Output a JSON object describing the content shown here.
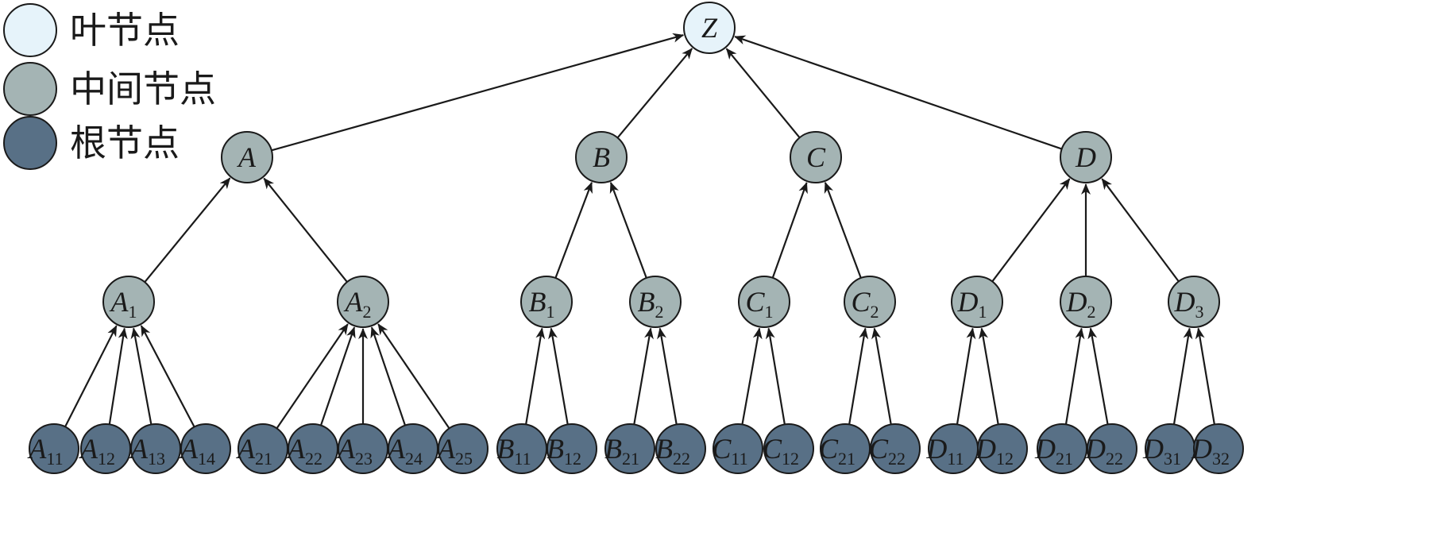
{
  "legend": {
    "items": [
      {
        "key": "leaf",
        "label": "叶节点",
        "color": "#e6f3fa"
      },
      {
        "key": "middle",
        "label": "中间节点",
        "color": "#a4b4b4"
      },
      {
        "key": "root",
        "label": "根节点",
        "color": "#587086"
      }
    ]
  },
  "colors": {
    "leaf": "#e6f3fa",
    "middle": "#a4b4b4",
    "root": "#587086",
    "stroke": "#1a1a1a"
  },
  "nodes": [
    {
      "id": "Z",
      "base": "Z",
      "sub": "",
      "kind": "leaf"
    },
    {
      "id": "A",
      "base": "A",
      "sub": "",
      "kind": "middle"
    },
    {
      "id": "B",
      "base": "B",
      "sub": "",
      "kind": "middle"
    },
    {
      "id": "C",
      "base": "C",
      "sub": "",
      "kind": "middle"
    },
    {
      "id": "D",
      "base": "D",
      "sub": "",
      "kind": "middle"
    },
    {
      "id": "A1",
      "base": "A",
      "sub": "1",
      "kind": "middle"
    },
    {
      "id": "A2",
      "base": "A",
      "sub": "2",
      "kind": "middle"
    },
    {
      "id": "B1",
      "base": "B",
      "sub": "1",
      "kind": "middle"
    },
    {
      "id": "B2",
      "base": "B",
      "sub": "2",
      "kind": "middle"
    },
    {
      "id": "C1",
      "base": "C",
      "sub": "1",
      "kind": "middle"
    },
    {
      "id": "C2",
      "base": "C",
      "sub": "2",
      "kind": "middle"
    },
    {
      "id": "D1",
      "base": "D",
      "sub": "1",
      "kind": "middle"
    },
    {
      "id": "D2",
      "base": "D",
      "sub": "2",
      "kind": "middle"
    },
    {
      "id": "D3",
      "base": "D",
      "sub": "3",
      "kind": "middle"
    },
    {
      "id": "A11",
      "base": "A",
      "sub": "11",
      "kind": "root"
    },
    {
      "id": "A12",
      "base": "A",
      "sub": "12",
      "kind": "root"
    },
    {
      "id": "A13",
      "base": "A",
      "sub": "13",
      "kind": "root"
    },
    {
      "id": "A14",
      "base": "A",
      "sub": "14",
      "kind": "root"
    },
    {
      "id": "A21",
      "base": "A",
      "sub": "21",
      "kind": "root"
    },
    {
      "id": "A22",
      "base": "A",
      "sub": "22",
      "kind": "root"
    },
    {
      "id": "A23",
      "base": "A",
      "sub": "23",
      "kind": "root"
    },
    {
      "id": "A24",
      "base": "A",
      "sub": "24",
      "kind": "root"
    },
    {
      "id": "A25",
      "base": "A",
      "sub": "25",
      "kind": "root"
    },
    {
      "id": "B11",
      "base": "B",
      "sub": "11",
      "kind": "root"
    },
    {
      "id": "B12",
      "base": "B",
      "sub": "12",
      "kind": "root"
    },
    {
      "id": "B21",
      "base": "B",
      "sub": "21",
      "kind": "root"
    },
    {
      "id": "B22",
      "base": "B",
      "sub": "22",
      "kind": "root"
    },
    {
      "id": "C11",
      "base": "C",
      "sub": "11",
      "kind": "root"
    },
    {
      "id": "C12",
      "base": "C",
      "sub": "12",
      "kind": "root"
    },
    {
      "id": "C21",
      "base": "C",
      "sub": "21",
      "kind": "root"
    },
    {
      "id": "C22",
      "base": "C",
      "sub": "22",
      "kind": "root"
    },
    {
      "id": "D11",
      "base": "D",
      "sub": "11",
      "kind": "root"
    },
    {
      "id": "D12",
      "base": "D",
      "sub": "12",
      "kind": "root"
    },
    {
      "id": "D21",
      "base": "D",
      "sub": "21",
      "kind": "root"
    },
    {
      "id": "D22",
      "base": "D",
      "sub": "22",
      "kind": "root"
    },
    {
      "id": "D31",
      "base": "D",
      "sub": "31",
      "kind": "root"
    },
    {
      "id": "D32",
      "base": "D",
      "sub": "32",
      "kind": "root"
    }
  ],
  "edges": [
    {
      "from": "A",
      "to": "Z"
    },
    {
      "from": "B",
      "to": "Z"
    },
    {
      "from": "C",
      "to": "Z"
    },
    {
      "from": "D",
      "to": "Z"
    },
    {
      "from": "A1",
      "to": "A"
    },
    {
      "from": "A2",
      "to": "A"
    },
    {
      "from": "B1",
      "to": "B"
    },
    {
      "from": "B2",
      "to": "B"
    },
    {
      "from": "C1",
      "to": "C"
    },
    {
      "from": "C2",
      "to": "C"
    },
    {
      "from": "D1",
      "to": "D"
    },
    {
      "from": "D2",
      "to": "D"
    },
    {
      "from": "D3",
      "to": "D"
    },
    {
      "from": "A11",
      "to": "A1"
    },
    {
      "from": "A12",
      "to": "A1"
    },
    {
      "from": "A13",
      "to": "A1"
    },
    {
      "from": "A14",
      "to": "A1"
    },
    {
      "from": "A21",
      "to": "A2"
    },
    {
      "from": "A22",
      "to": "A2"
    },
    {
      "from": "A23",
      "to": "A2"
    },
    {
      "from": "A24",
      "to": "A2"
    },
    {
      "from": "A25",
      "to": "A2"
    },
    {
      "from": "B11",
      "to": "B1"
    },
    {
      "from": "B12",
      "to": "B1"
    },
    {
      "from": "B21",
      "to": "B2"
    },
    {
      "from": "B22",
      "to": "B2"
    },
    {
      "from": "C11",
      "to": "C1"
    },
    {
      "from": "C12",
      "to": "C1"
    },
    {
      "from": "C21",
      "to": "C2"
    },
    {
      "from": "C22",
      "to": "C2"
    },
    {
      "from": "D11",
      "to": "D1"
    },
    {
      "from": "D12",
      "to": "D1"
    },
    {
      "from": "D21",
      "to": "D2"
    },
    {
      "from": "D22",
      "to": "D2"
    },
    {
      "from": "D31",
      "to": "D3"
    },
    {
      "from": "D32",
      "to": "D3"
    }
  ]
}
